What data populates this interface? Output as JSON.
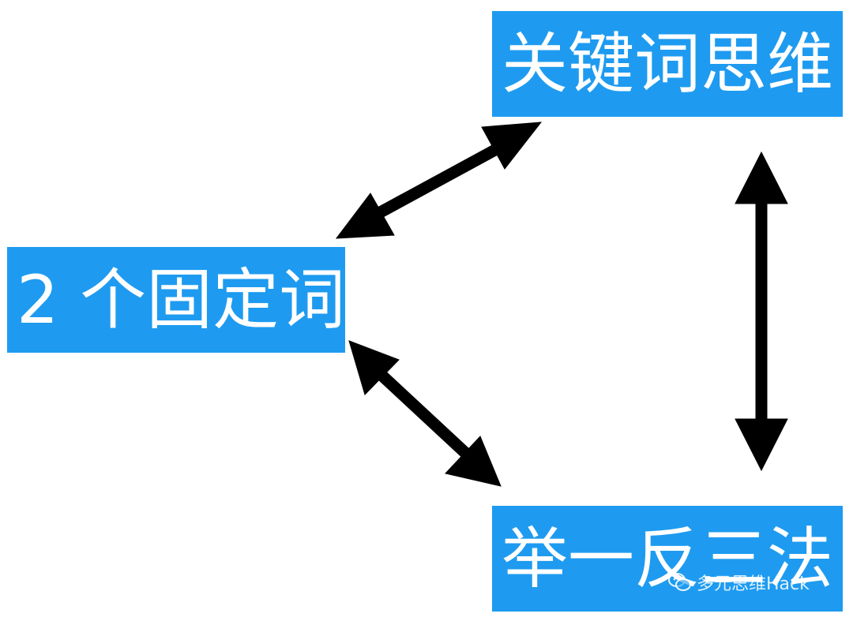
{
  "colors": {
    "node_bg": "#1E9BF0",
    "node_text": "#FFFFFF",
    "arrow": "#000000"
  },
  "nodes": {
    "keyword_thinking": "关键词思维",
    "two_fixed_words": "2 个固定词",
    "analogy_method": "举一反三法"
  },
  "edges": [
    {
      "from": "two_fixed_words",
      "to": "keyword_thinking",
      "bidirectional": true
    },
    {
      "from": "two_fixed_words",
      "to": "analogy_method",
      "bidirectional": true
    },
    {
      "from": "keyword_thinking",
      "to": "analogy_method",
      "bidirectional": true
    }
  ],
  "watermark": {
    "icon": "wechat-icon",
    "text": "多元思维Hack"
  }
}
